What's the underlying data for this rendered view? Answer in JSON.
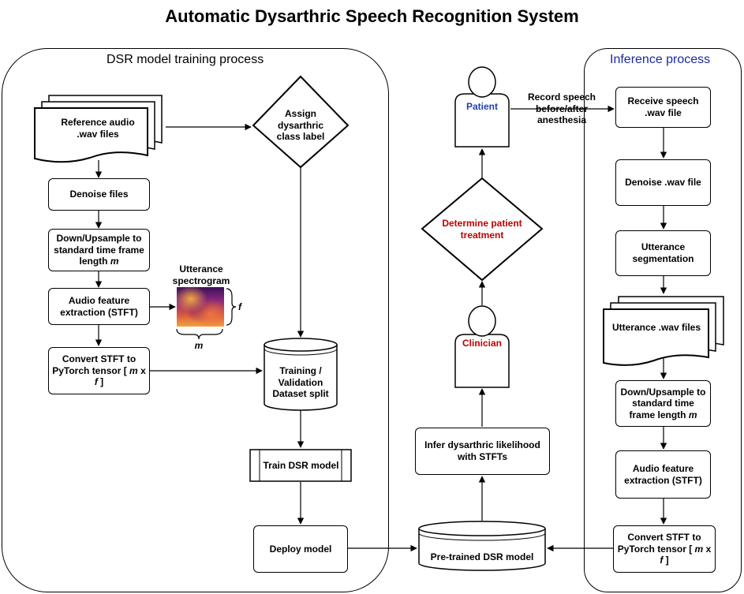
{
  "title": "Automatic Dysarthric Speech Recognition System",
  "training": {
    "title": "DSR model training process",
    "reference_files": "Reference audio .wav files",
    "denoise": "Denoise files",
    "resample_prefix": "Down/Upsample to standard time frame length",
    "resample_var": "m",
    "feature_extraction": "Audio feature extraction (STFT)",
    "convert_prefix": "Convert STFT to PyTorch tensor [",
    "convert_m": "m",
    "convert_x": "x",
    "convert_f": "f",
    "convert_suffix": "]",
    "spectrogram_label": "Utterance spectrogram",
    "spectrogram_f": "f",
    "spectrogram_m": "m",
    "assign_label": "Assign dysarthric class label",
    "dataset_split": "Training / Validation Dataset split",
    "train_model": "Train DSR model",
    "deploy_model": "Deploy model"
  },
  "center": {
    "pretrained": "Pre-trained DSR model",
    "infer": "Infer dysarthric likelihood with STFTs",
    "clinician": "Clinician",
    "treatment": "Determine patient treatment",
    "patient": "Patient",
    "record_speech": "Record speech before/after anesthesia"
  },
  "inference": {
    "title": "Inference process",
    "receive": "Receive speech .wav file",
    "denoise": "Denoise .wav file",
    "segmentation": "Utterance segmentation",
    "utterance_files": "Utterance .wav files",
    "resample_prefix": "Down/Upsample to standard time frame length",
    "resample_var": "m",
    "feature_extraction": "Audio feature extraction (STFT)",
    "convert_prefix": "Convert STFT to PyTorch tensor [",
    "convert_m": "m",
    "convert_x": "x",
    "convert_f": "f",
    "convert_suffix": "]"
  },
  "colors": {
    "clinician_text": "#c00000",
    "treatment_text": "#c00000",
    "patient_text": "#1f3fb0",
    "inference_title": "#1a2aa0"
  }
}
